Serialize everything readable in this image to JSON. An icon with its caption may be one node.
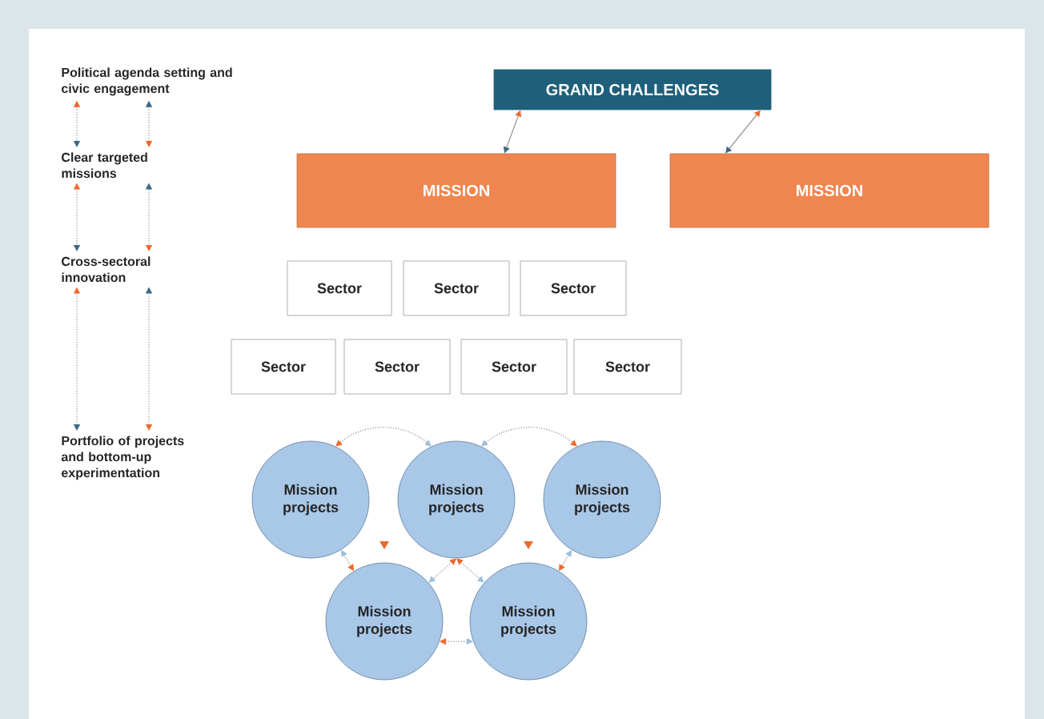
{
  "diagram": {
    "nodes": [
      {
        "text": [
          "Political agenda setting and civic engagement"
        ]
      },
      {
        "text": [
          "Clear targeted missions"
        ]
      },
      {
        "text": [
          "Cross-sectoral innovation"
        ]
      },
      {
        "text": [
          "Portfolio of projects and bottom-up experimentation"
        ]
      },
      {
        "text": [
          "GRAND CHALLENGES"
        ]
      },
      {
        "text": [
          "MISSION"
        ]
      },
      {
        "text": [
          "MISSION"
        ]
      },
      {
        "text": [
          "Sector"
        ]
      },
      {
        "text": [
          "Sector"
        ]
      },
      {
        "text": [
          "Sector"
        ]
      },
      {
        "text": [
          "Sector"
        ]
      },
      {
        "text": [
          "Sector"
        ]
      },
      {
        "text": [
          "Sector"
        ]
      },
      {
        "text": [
          "Sector"
        ]
      },
      {
        "text": [
          "Mission projects"
        ]
      },
      {
        "text": [
          "Mission projects"
        ]
      },
      {
        "text": [
          "Mission projects"
        ]
      },
      {
        "text": [
          "Mission projects"
        ]
      },
      {
        "text": [
          "Mission projects"
        ]
      }
    ],
    "edges": [
      {
        "from": 0,
        "to": 1,
        "arrow": "both",
        "style": "dashed"
      },
      {
        "from": 0,
        "to": 1,
        "arrow": "both",
        "style": "dashed"
      },
      {
        "from": 1,
        "to": 2,
        "arrow": "both",
        "style": "dashed"
      },
      {
        "from": 1,
        "to": 2,
        "arrow": "both",
        "style": "dashed"
      },
      {
        "from": 2,
        "to": 3,
        "arrow": "both",
        "style": "dashed"
      },
      {
        "from": 2,
        "to": 3,
        "arrow": "both",
        "style": "dashed"
      },
      {
        "from": 4,
        "to": 5,
        "arrow": "both"
      },
      {
        "from": 4,
        "to": 6,
        "arrow": "both"
      },
      {
        "from": 14,
        "to": 15,
        "arrow": "both",
        "style": "dashed"
      },
      {
        "from": 15,
        "to": 16,
        "arrow": "both",
        "style": "dashed"
      },
      {
        "from": 14,
        "to": 17,
        "arrow": "both",
        "style": "dashed"
      },
      {
        "from": 15,
        "to": 17,
        "arrow": "both",
        "style": "dashed"
      },
      {
        "from": 15,
        "to": 18,
        "arrow": "both",
        "style": "dashed"
      },
      {
        "from": 16,
        "to": 18,
        "arrow": "both",
        "style": "dashed"
      },
      {
        "from": 17,
        "to": 18,
        "arrow": "both",
        "style": "dashed"
      }
    ]
  }
}
